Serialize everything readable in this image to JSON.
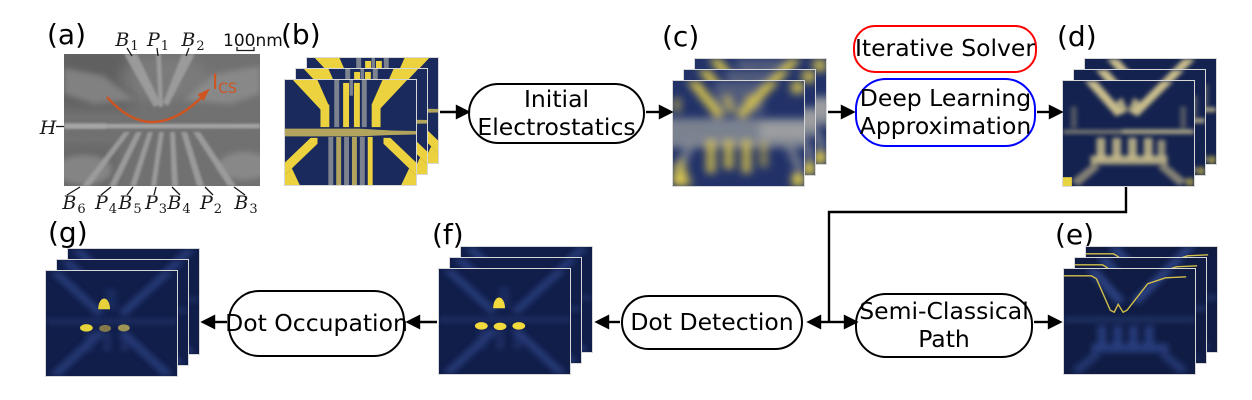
{
  "figure": {
    "type": "workflow-diagram",
    "panel_labels": {
      "a": "(a)",
      "b": "(b)",
      "c": "(c)",
      "d": "(d)",
      "e": "(e)",
      "f": "(f)",
      "g": "(g)"
    }
  },
  "panel_a": {
    "top_labels": [
      {
        "m": "B",
        "s": "1"
      },
      {
        "m": "P",
        "s": "1"
      },
      {
        "m": "B",
        "s": "2"
      }
    ],
    "bottom_labels": [
      {
        "m": "B",
        "s": "6"
      },
      {
        "m": "P",
        "s": "4"
      },
      {
        "m": "B",
        "s": "5"
      },
      {
        "m": "P",
        "s": "3"
      },
      {
        "m": "B",
        "s": "4"
      },
      {
        "m": "P",
        "s": "2"
      },
      {
        "m": "B",
        "s": "3"
      }
    ],
    "left_label": {
      "m": "H",
      "s": ""
    },
    "scale_label": "100nm",
    "current_label": {
      "m": "I",
      "s": "CS"
    }
  },
  "boxes": {
    "initial_electrostatics": {
      "line1": "Initial",
      "line2": "Electrostatics",
      "border_color": "#000000"
    },
    "iterative_solver": {
      "line1": "Iterative Solver",
      "border_color": "#ff0000"
    },
    "deep_learning": {
      "line1": "Deep Learning",
      "line2": "Approximation",
      "border_color": "#0000ff"
    },
    "semi_classical_path": {
      "line1": "Semi-Classical",
      "line2": "Path",
      "border_color": "#000000"
    },
    "dot_detection": {
      "line1": "Dot Detection",
      "border_color": "#000000"
    },
    "dot_occupation": {
      "line1": "Dot Occupation",
      "border_color": "#000000"
    }
  },
  "colors": {
    "navy": "#1a2a5c",
    "navy_dark": "#111e4a",
    "gate_yellow": "#ecd23e",
    "gate_tan": "#b2a45c",
    "gate_gray": "#7d828f",
    "pale_yellow": "#c9bd8c",
    "faint_blue": "#263a78",
    "path_yellow": "#d2c04a",
    "dot_yellow": "#f2da3c",
    "dot_olive": "#83794a",
    "sem_background": "#6f6f6f",
    "sem_gate": "#9c9c9c",
    "orange": "#cf5420",
    "solver_red": "#ff0000",
    "approx_blue": "#0000ff",
    "arrow_black": "#000000"
  }
}
